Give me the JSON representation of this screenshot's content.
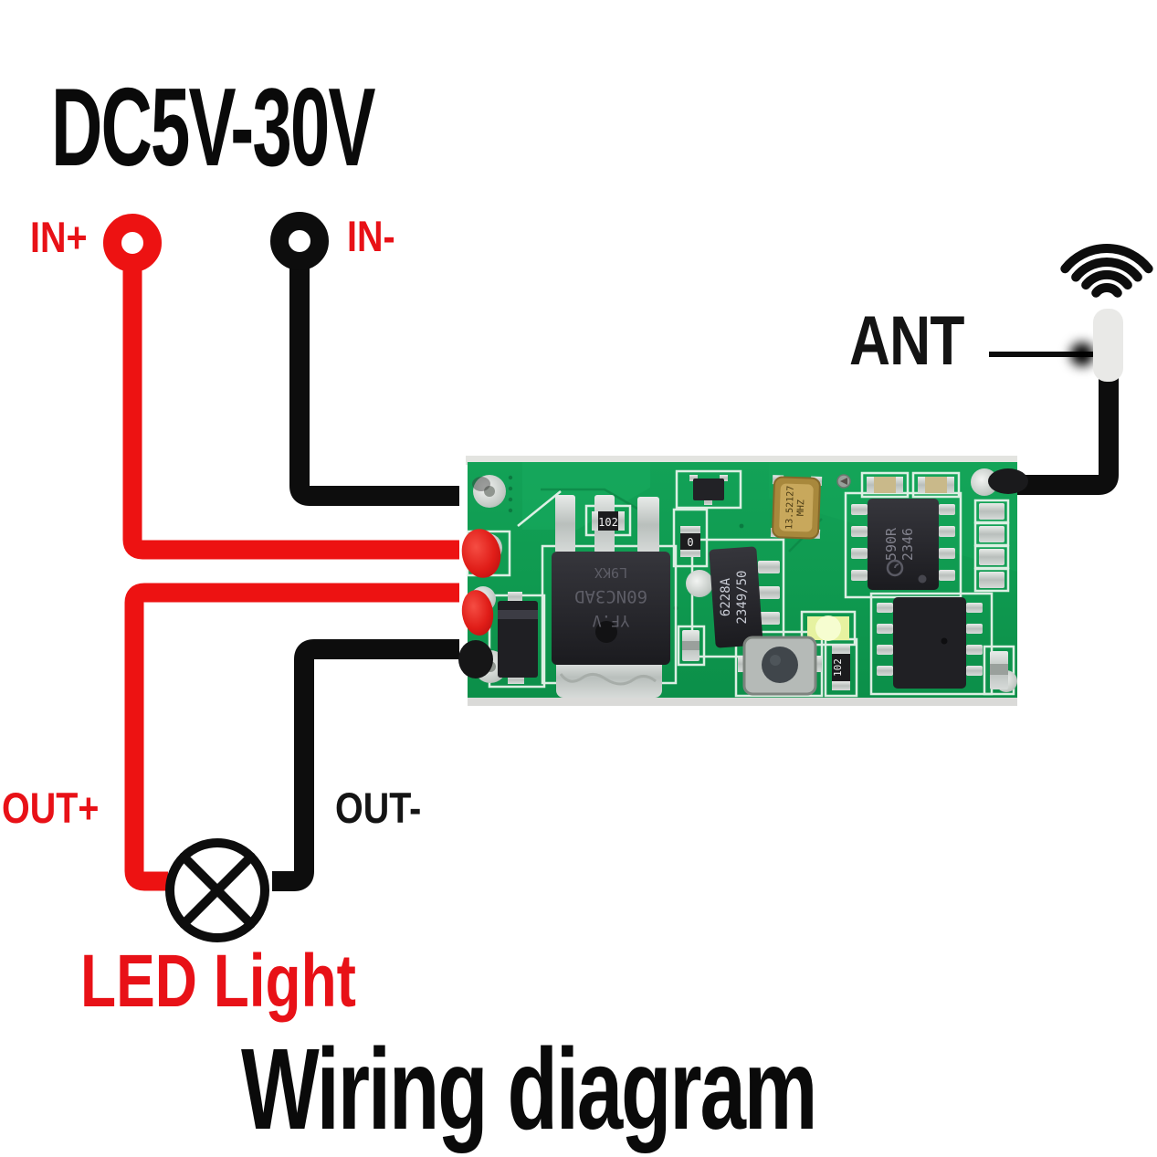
{
  "title": "DC5V-30V",
  "footer": "Wiring diagram",
  "labels": {
    "in_plus": "IN+",
    "in_minus": "IN-",
    "ant": "ANT",
    "out_plus": "OUT+",
    "out_minus": "OUT-",
    "led": "LED Light"
  },
  "colors": {
    "wire_red": "#ed1212",
    "wire_black": "#0d0d0d",
    "label_red": "#e81117",
    "board_green": "#119a52",
    "antenna_gray": "#e9e9e7"
  },
  "pcb": {
    "mosfet": {
      "line1": "YF.V",
      "line2": "60NC3AD",
      "line3": "L9KX"
    },
    "resistor_top": "102",
    "resistor_zero": "0",
    "resistor_bottom": "102",
    "sot223": {
      "line1": "6228A",
      "line2": "2349/50"
    },
    "crystal": {
      "line1": "13.52127",
      "line2": "MHZ"
    },
    "sop8": {
      "line1": "590R",
      "line2": "2346"
    }
  }
}
